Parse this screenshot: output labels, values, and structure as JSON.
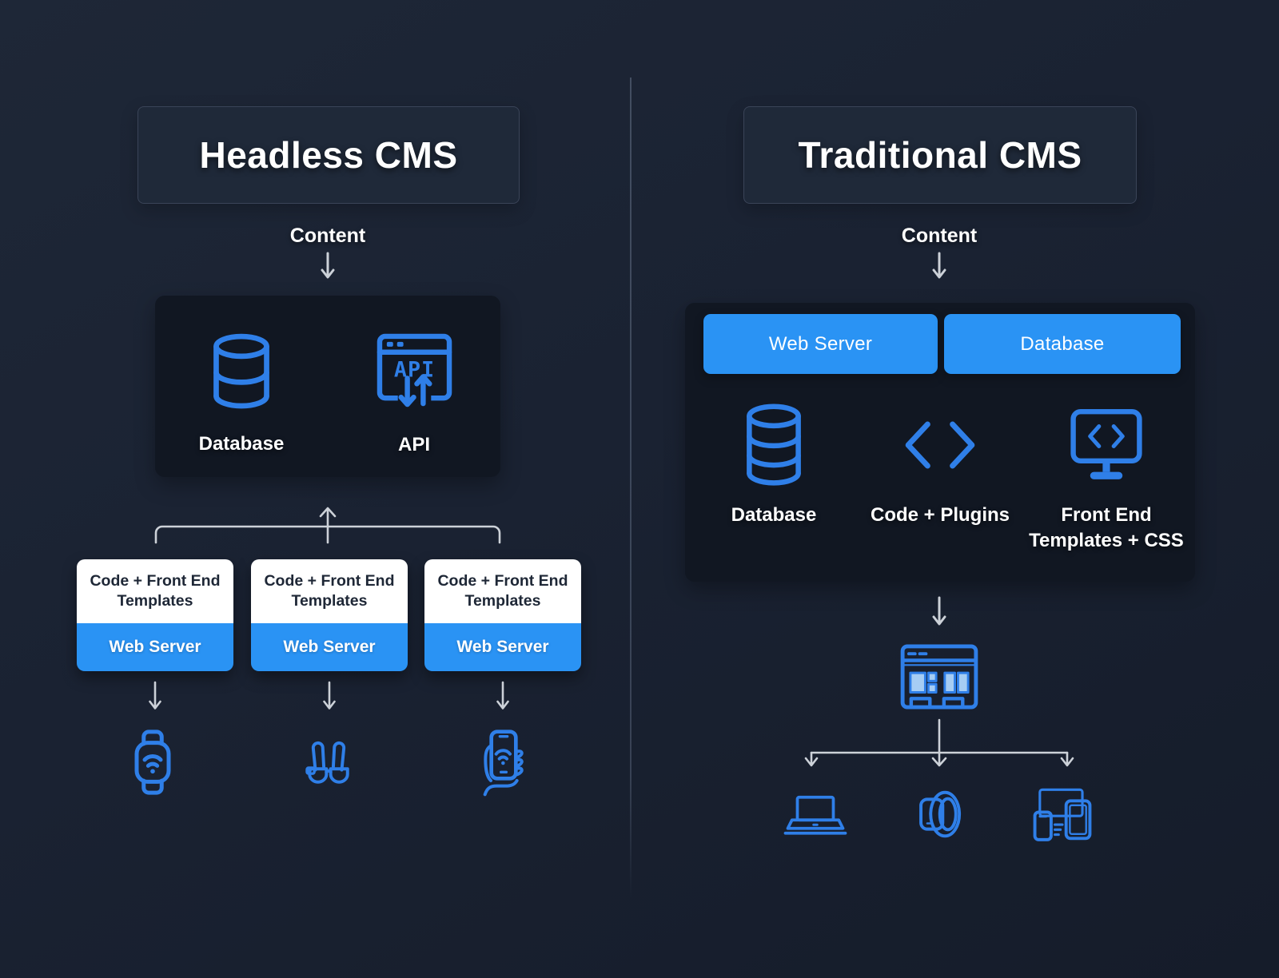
{
  "colors": {
    "background": "#19212f",
    "panel": "#111722",
    "title_box_bg": "#1f2939",
    "title_box_border": "#3a4458",
    "accent_blue": "#2a93f4",
    "icon_blue": "#2f7fe8",
    "icon_blue_light": "#a6cdf4",
    "arrow_gray": "#ccd1d8",
    "card_bg": "#ffffff",
    "card_text": "#1e2736"
  },
  "left": {
    "title": "Headless CMS",
    "content_label": "Content",
    "backend_box": {
      "items": [
        {
          "icon": "database-icon",
          "label": "Database"
        },
        {
          "icon": "api-icon",
          "label": "API",
          "icon_text": "API"
        }
      ]
    },
    "cards": [
      {
        "top": "Code + Front End Templates",
        "bottom": "Web Server"
      },
      {
        "top": "Code + Front End Templates",
        "bottom": "Web Server"
      },
      {
        "top": "Code + Front End Templates",
        "bottom": "Web Server"
      }
    ],
    "devices": [
      {
        "icon": "smartwatch-icon"
      },
      {
        "icon": "smart-glasses-icon"
      },
      {
        "icon": "phone-in-hand-icon"
      }
    ]
  },
  "right": {
    "title": "Traditional CMS",
    "content_label": "Content",
    "stack_box": {
      "buttons": [
        {
          "label": "Web Server"
        },
        {
          "label": "Database"
        }
      ],
      "components": [
        {
          "icon": "database-icon",
          "label": "Database"
        },
        {
          "icon": "code-icon",
          "label": "Code + Plugins"
        },
        {
          "icon": "frontend-monitor-icon",
          "label": "Front End Templates + CSS"
        }
      ]
    },
    "devices": [
      {
        "icon": "laptop-icon"
      },
      {
        "icon": "smartwatch-side-icon"
      },
      {
        "icon": "multi-device-icon"
      }
    ]
  }
}
